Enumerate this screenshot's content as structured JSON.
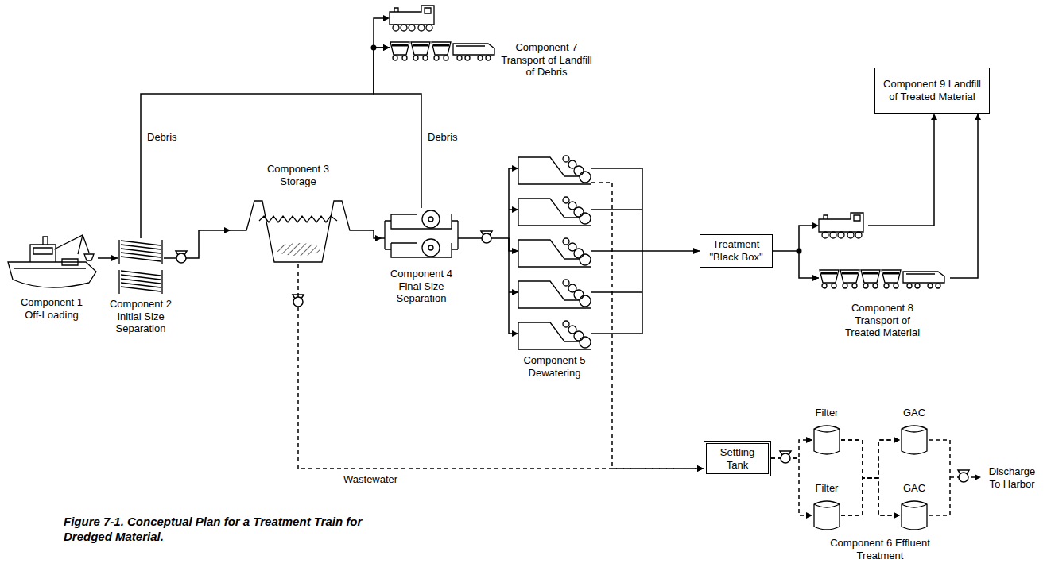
{
  "diagram": {
    "caption": "Figure 7-1. Conceptual Plan for a Treatment Train for Dredged Material.",
    "nodes": [
      {
        "text": [
          "Component 1 Off-Loading"
        ]
      },
      {
        "text": [
          "Component 2 Initial Size Separation"
        ]
      },
      {
        "text": [
          "Component 3 Storage"
        ]
      },
      {
        "text": [
          "Component 4 Final Size Separation"
        ]
      },
      {
        "text": [
          "Component 5 Dewatering"
        ]
      },
      {
        "text": [
          "Component 7 Transport of Landfill of Debris"
        ]
      },
      {
        "text": [
          "Treatment \"Black Box\""
        ]
      },
      {
        "text": [
          "Component 8 Transport of Treated Material"
        ]
      },
      {
        "text": [
          "Component 9 Landfill of Treated Material"
        ]
      },
      {
        "text": [
          "Settling Tank"
        ]
      },
      {
        "text": [
          "Filter"
        ]
      },
      {
        "text": [
          "Filter"
        ]
      },
      {
        "text": [
          "GAC"
        ]
      },
      {
        "text": [
          "GAC"
        ]
      }
    ],
    "edges": [
      {
        "from": 0,
        "to": 1,
        "arrow": "to"
      },
      {
        "from": 1,
        "to": 2,
        "arrow": "to"
      },
      {
        "from": 1,
        "to": 5,
        "label": "Debris",
        "arrow": "to"
      },
      {
        "from": 3,
        "to": 5,
        "label": "Debris",
        "arrow": "to"
      },
      {
        "from": 2,
        "to": 3,
        "arrow": "to"
      },
      {
        "from": 3,
        "to": 4,
        "arrow": "to"
      },
      {
        "from": 4,
        "to": 6,
        "arrow": "to"
      },
      {
        "from": 6,
        "to": 7,
        "arrow": "to"
      },
      {
        "from": 7,
        "to": 8,
        "arrow": "to"
      },
      {
        "from": 2,
        "to": 9,
        "label": "Wastewater",
        "arrow": "to"
      },
      {
        "from": 4,
        "to": 9,
        "arrow": "to"
      },
      {
        "from": 9,
        "to": 10,
        "arrow": "to"
      },
      {
        "from": 9,
        "to": 11,
        "arrow": "to"
      },
      {
        "from": 10,
        "to": 12,
        "arrow": "to"
      },
      {
        "from": 10,
        "to": 13,
        "arrow": "to"
      },
      {
        "from": 11,
        "to": 12,
        "arrow": "to"
      },
      {
        "from": 11,
        "to": 13,
        "arrow": "to"
      }
    ],
    "labels": [
      "Component 6 Effluent Treatment",
      "Discharge To Harbor"
    ]
  }
}
